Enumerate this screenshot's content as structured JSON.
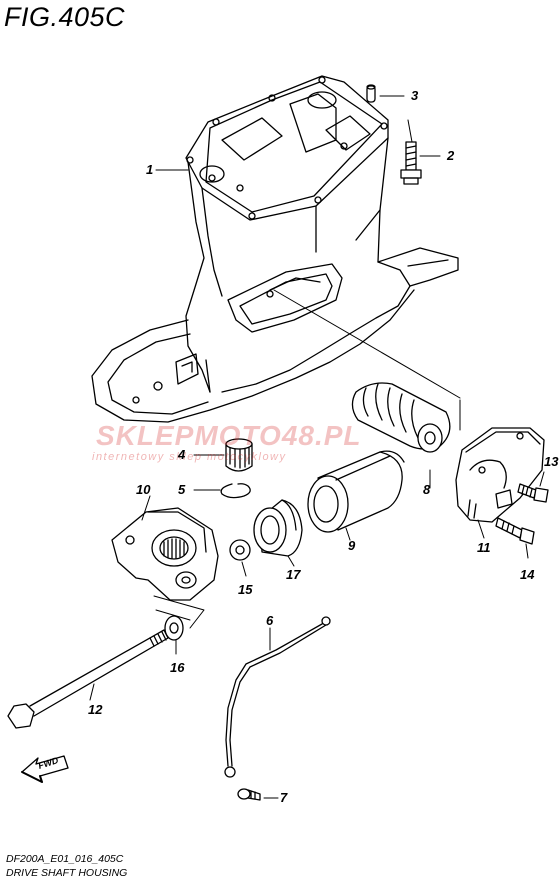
{
  "header": {
    "figure_title": "FIG.405C"
  },
  "footer": {
    "code": "DF200A_E01_016_405C",
    "caption": "DRIVE SHAFT HOUSING"
  },
  "watermark": {
    "brand": "SKLEPMOTO48.PL",
    "tagline": "internetowy sklep motocyklowy",
    "color": "#d62d2d"
  },
  "fwd_marker": {
    "label": "FWD"
  },
  "callouts": [
    "1",
    "2",
    "3",
    "4",
    "5",
    "6",
    "7",
    "8",
    "9",
    "10",
    "11",
    "12",
    "13",
    "14",
    "15",
    "16",
    "17"
  ],
  "colors": {
    "line": "#000000",
    "background": "#ffffff",
    "watermark": "#d62d2d"
  }
}
